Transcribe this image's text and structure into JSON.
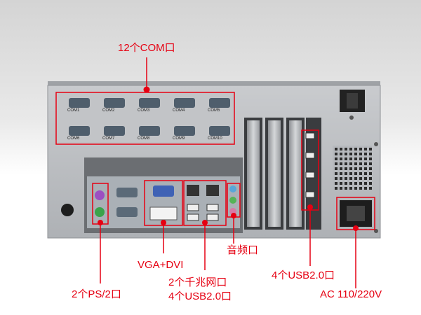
{
  "labels": {
    "com": "12个COM口",
    "vga_dvi": "VGA+DVI",
    "audio": "音频口",
    "usb_front": "4个USB2.0口",
    "lan_usb_1": "2个千兆网口",
    "lan_usb_2": "4个USB2.0口",
    "ps2": "2个PS/2口",
    "ac": "AC 110/220V"
  },
  "com_ports": {
    "row1": [
      "COM1",
      "COM2",
      "COM3",
      "COM4",
      "COM5"
    ],
    "row2": [
      "COM6",
      "COM7",
      "COM8",
      "COM9",
      "COM10"
    ]
  },
  "colors": {
    "callout": "#e60012",
    "chassis": "#b9bcc0",
    "ps2_keyboard": "#9c4fc2",
    "ps2_mouse": "#3aa34a"
  }
}
